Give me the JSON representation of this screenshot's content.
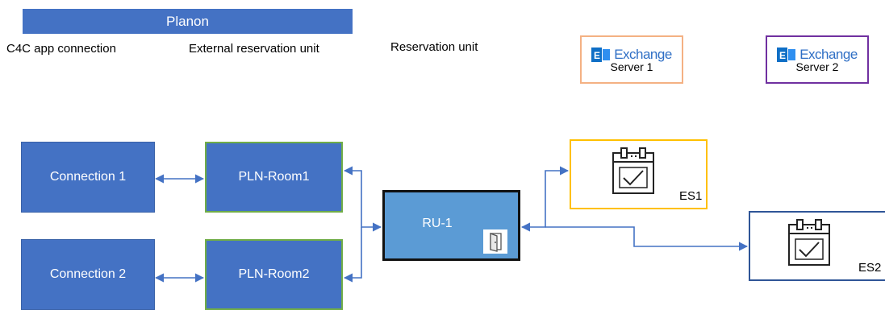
{
  "banner": {
    "title": "Planon"
  },
  "columns": {
    "c4c": "C4C app connection",
    "external": "External reservation unit",
    "reservation": "Reservation unit"
  },
  "exchange_servers": [
    {
      "brand": "Exchange",
      "label": "Server 1",
      "color": "#f4b183"
    },
    {
      "brand": "Exchange",
      "label": "Server 2",
      "color": "#7030a0"
    }
  ],
  "connections": [
    {
      "label": "Connection 1"
    },
    {
      "label": "Connection 2"
    }
  ],
  "rooms": [
    {
      "label": "PLN-Room1"
    },
    {
      "label": "PLN-Room2"
    }
  ],
  "reservation_unit": {
    "label": "RU-1",
    "icon": "door-icon"
  },
  "calendars": [
    {
      "label": "ES1",
      "border": "#ffc000",
      "icon": "calendar-check-icon"
    },
    {
      "label": "ES2",
      "border": "#2f5597",
      "icon": "calendar-check-icon"
    }
  ],
  "colors": {
    "box_blue": "#4472c4",
    "ru_blue": "#5b9bd5",
    "room_border": "#70ad47",
    "arrow": "#4472c4"
  }
}
